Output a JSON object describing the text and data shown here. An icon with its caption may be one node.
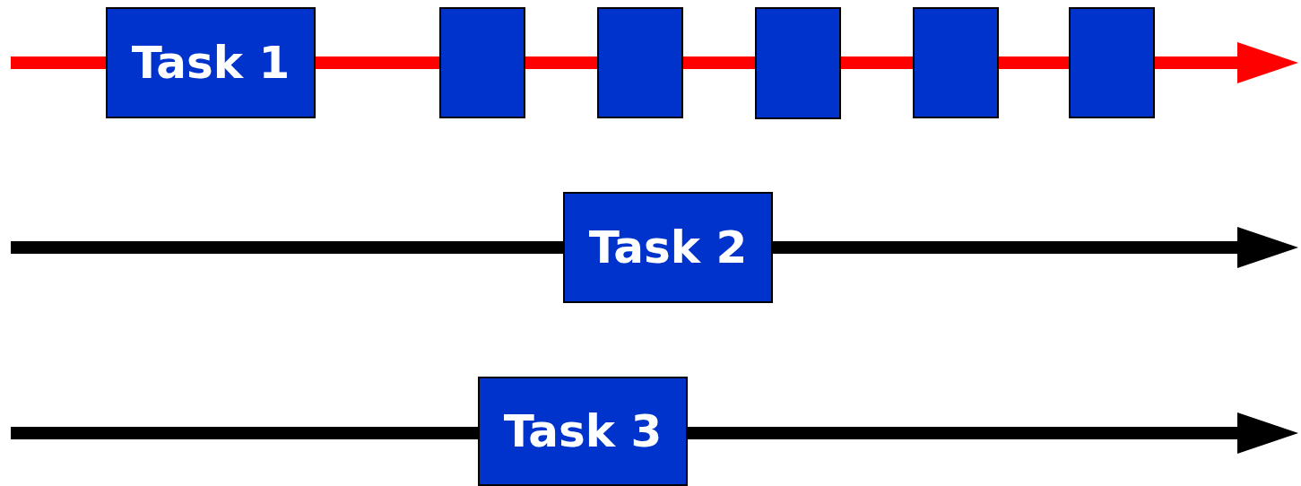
{
  "diagram": {
    "nodes": [
      {
        "text": [
          "Task 1"
        ]
      },
      {
        "text": [],
        "shape": "box"
      },
      {
        "text": [],
        "shape": "box"
      },
      {
        "text": [],
        "shape": "box"
      },
      {
        "text": [],
        "shape": "box"
      },
      {
        "text": [],
        "shape": "box"
      },
      {
        "text": [
          "Task 2"
        ]
      },
      {
        "text": [
          "Task 3"
        ]
      }
    ]
  }
}
